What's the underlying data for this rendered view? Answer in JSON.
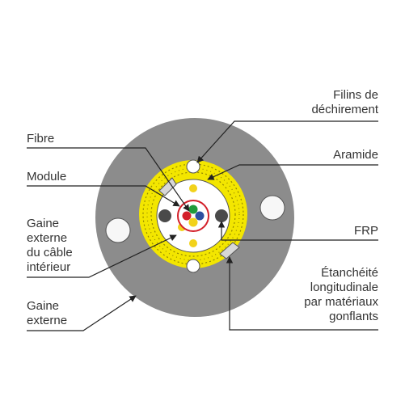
{
  "labels": {
    "filins_line1": "Filins de",
    "filins_line2": "déchirement",
    "aramide": "Aramide",
    "frp": "FRP",
    "fibre": "Fibre",
    "module": "Module",
    "gaine_int_line1": "Gaine",
    "gaine_int_line2": "externe",
    "gaine_int_line3": "du câble",
    "gaine_int_line4": "intérieur",
    "gaine_ext_line1": "Gaine",
    "gaine_ext_line2": "externe",
    "etanch_line1": "Étanchéité",
    "etanch_line2": "longitudinale",
    "etanch_line3": "par matériaux",
    "etanch_line4": "gonflants"
  },
  "colors": {
    "outer_jacket": "#8c8c8c",
    "aramid_yellow": "#f3e600",
    "module_red": "#d3202a",
    "fiber_green": "#1f9a3a",
    "fiber_blue": "#2c4fa0",
    "fiber_purple": "#5b2d8e",
    "fiber_yellow": "#f2d21a",
    "frp_dark": "#4a4a4a"
  }
}
